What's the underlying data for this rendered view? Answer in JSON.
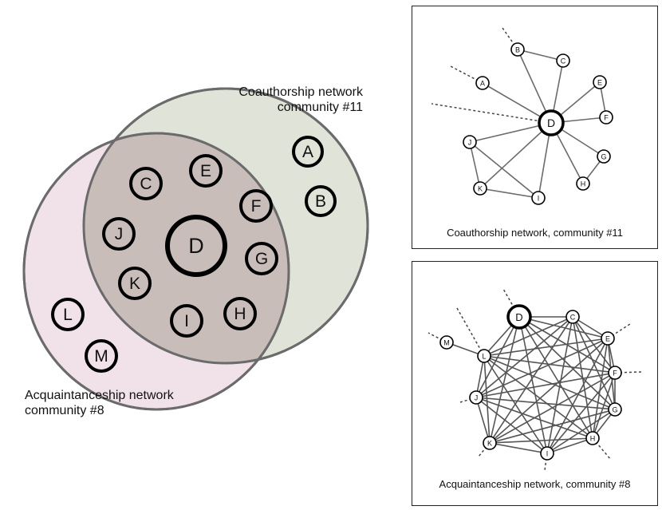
{
  "venn": {
    "coauthorship_label": [
      "Coauthorship network",
      "community #11"
    ],
    "acquaintanceship_label": [
      "Acquaintanceship network",
      "community #8"
    ],
    "colors": {
      "coauthorship_fill": "#dfe3d8",
      "acquaintance_fill": "#f1e2ea",
      "overlap_fill": "#c8bdb9",
      "circle_stroke": "#6b6b6b"
    },
    "nodes": [
      "A",
      "B",
      "C",
      "D",
      "E",
      "F",
      "G",
      "H",
      "I",
      "J",
      "K",
      "L",
      "M"
    ]
  },
  "coauthorship_panel": {
    "caption": "Coauthorship network, community #11",
    "nodes": [
      "A",
      "B",
      "C",
      "D",
      "E",
      "F",
      "G",
      "H",
      "I",
      "J",
      "K"
    ],
    "edges": [
      [
        "B",
        "C"
      ],
      [
        "B",
        "D"
      ],
      [
        "C",
        "D"
      ],
      [
        "A",
        "D"
      ],
      [
        "E",
        "D"
      ],
      [
        "E",
        "F"
      ],
      [
        "F",
        "D"
      ],
      [
        "G",
        "D"
      ],
      [
        "G",
        "H"
      ],
      [
        "H",
        "D"
      ],
      [
        "J",
        "D"
      ],
      [
        "J",
        "K"
      ],
      [
        "K",
        "D"
      ],
      [
        "K",
        "I"
      ],
      [
        "I",
        "D"
      ],
      [
        "J",
        "I"
      ]
    ]
  },
  "acquaintanceship_panel": {
    "caption": "Acquaintanceship network, community #8",
    "nodes": [
      "D",
      "C",
      "E",
      "F",
      "G",
      "H",
      "I",
      "K",
      "J",
      "L",
      "M"
    ]
  }
}
